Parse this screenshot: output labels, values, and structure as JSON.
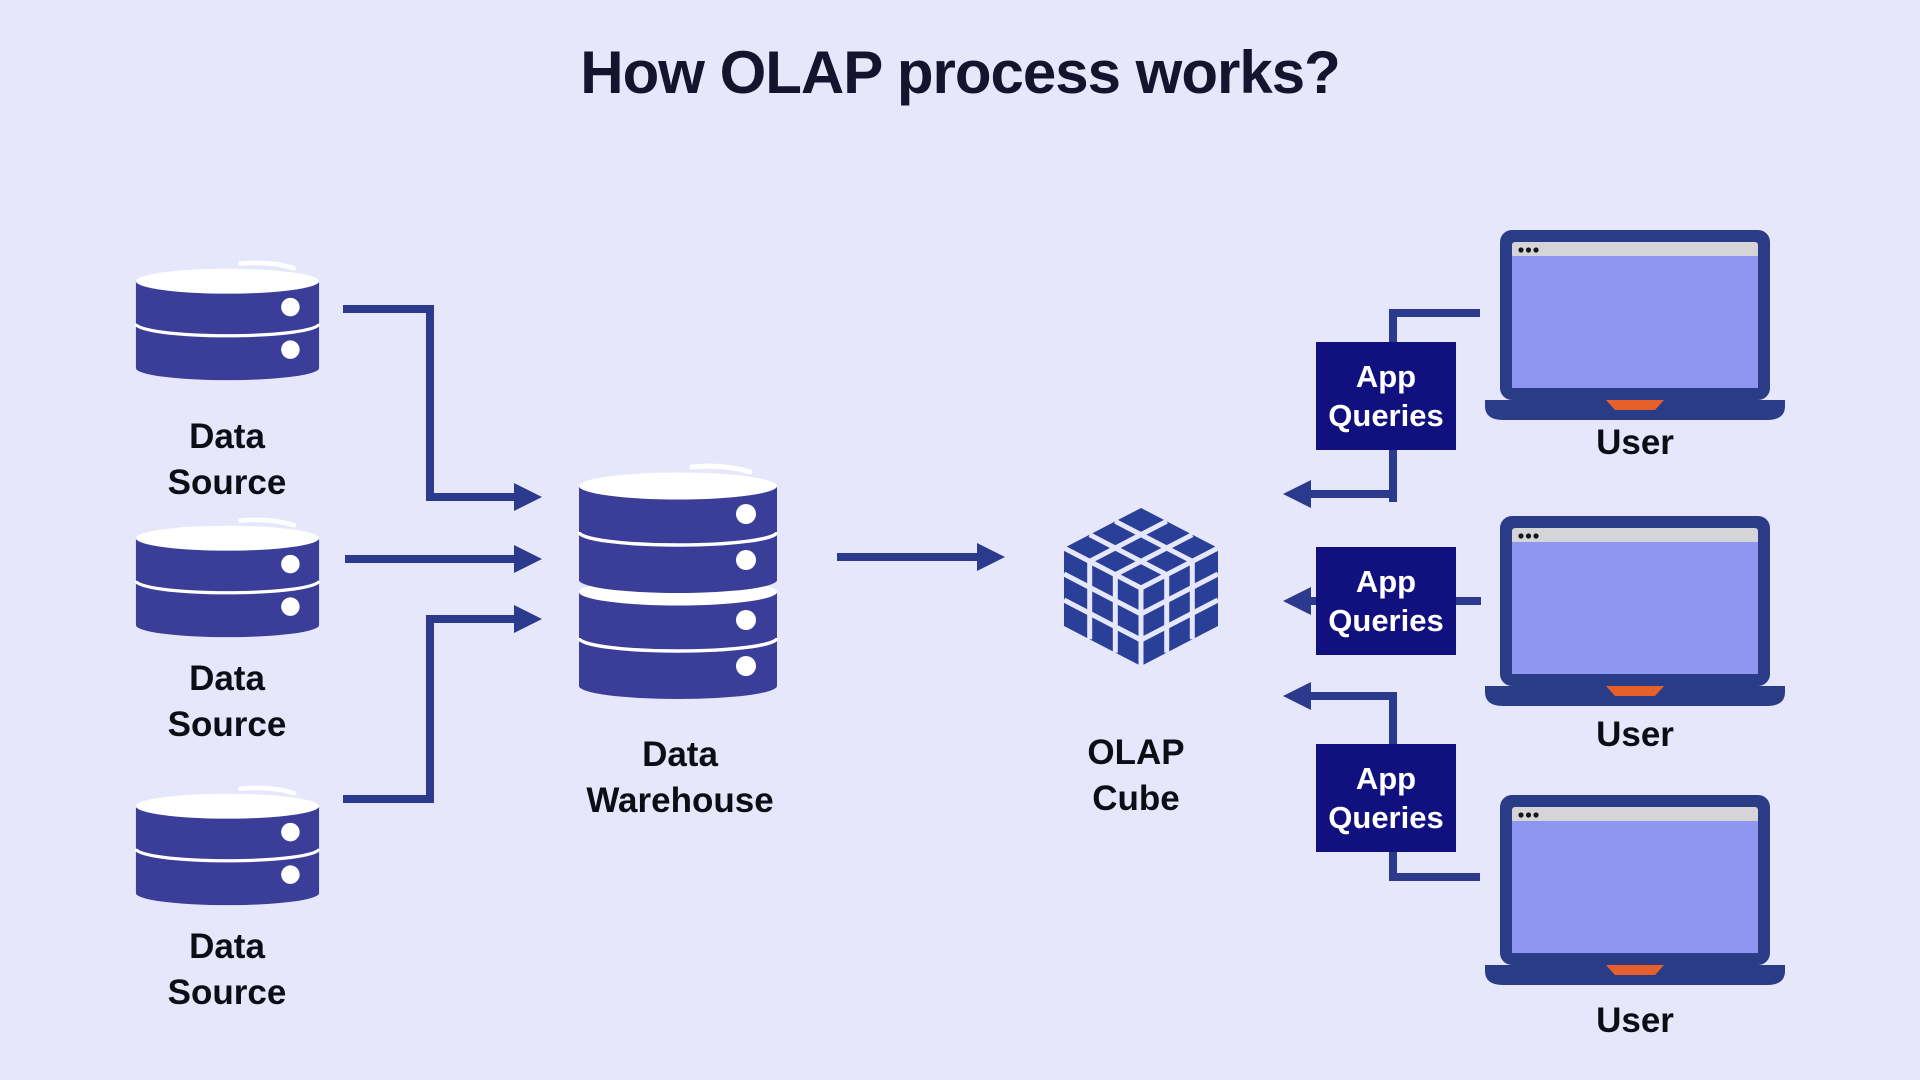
{
  "title": "How OLAP process works?",
  "sources": [
    {
      "line1": "Data",
      "line2": "Source"
    },
    {
      "line1": "Data",
      "line2": "Source"
    },
    {
      "line1": "Data",
      "line2": "Source"
    }
  ],
  "warehouse": {
    "line1": "Data",
    "line2": "Warehouse"
  },
  "cube": {
    "line1": "OLAP",
    "line2": "Cube"
  },
  "queries": [
    {
      "line1": "App",
      "line2": "Queries"
    },
    {
      "line1": "App",
      "line2": "Queries"
    },
    {
      "line1": "App",
      "line2": "Queries"
    }
  ],
  "users": [
    {
      "label": "User"
    },
    {
      "label": "User"
    },
    {
      "label": "User"
    }
  ],
  "colors": {
    "background": "#E7E7FB",
    "title_text": "#14142E",
    "label_text": "#0D0D15",
    "database_blue": "#3B3E99",
    "cube_blue": "#2A3F97",
    "query_box_navy": "#10107E",
    "connector_navy": "#2B3A8C",
    "laptop_frame_navy": "#2B3C87",
    "laptop_screen_periwinkle": "#8E96F2",
    "laptop_titlebar_gray": "#D5D5D7",
    "laptop_notch_orange": "#E7602C",
    "cylinder_top_white": "#FFFFFF"
  }
}
